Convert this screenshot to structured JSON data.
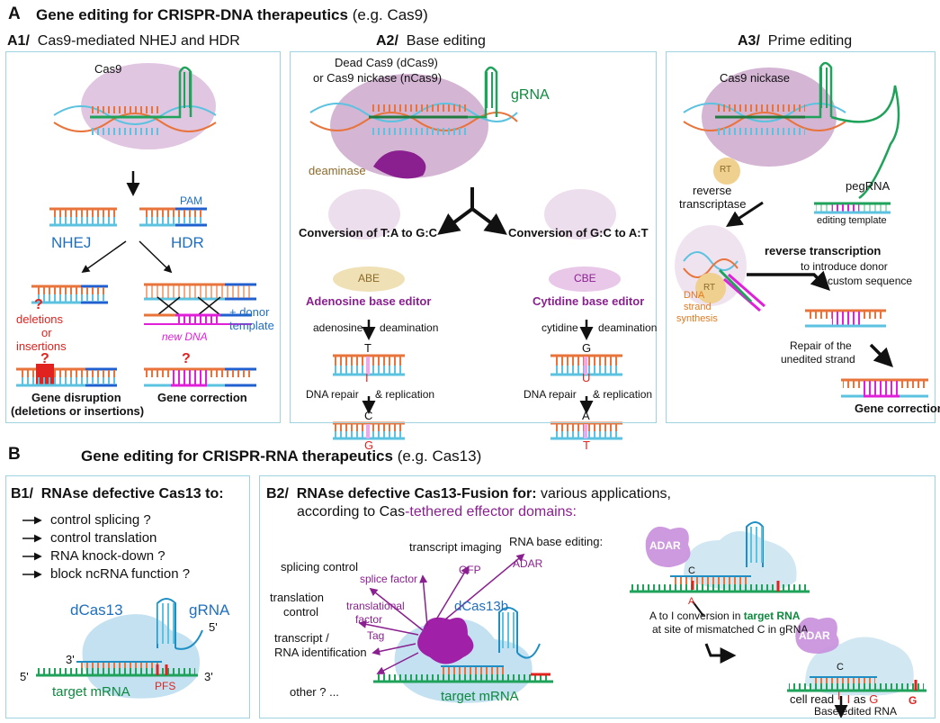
{
  "section_a": {
    "letter": "A",
    "title": "Gene editing for CRISPR-DNA therapeutics",
    "example": "(e.g. Cas9)"
  },
  "a1": {
    "id": "A1/",
    "title": "Cas9-mediated NHEJ and HDR",
    "cas9": "Cas9",
    "pam": "PAM",
    "nhej": "NHEJ",
    "hdr": "HDR",
    "qmark": "?",
    "deletions": "deletions",
    "or": "or",
    "insertions": "insertions",
    "donor": "+ donor",
    "template": "template",
    "new_dna": "new DNA",
    "gene_disruption": "Gene disruption",
    "gene_disruption_sub": "(deletions or insertions)",
    "gene_correction": "Gene correction"
  },
  "a2": {
    "id": "A2/",
    "title": "Base editing",
    "dead_cas9": "Dead Cas9 (dCas9)",
    "nickase": "or Cas9 nickase (nCas9)",
    "grna": "gRNA",
    "deaminase": "deaminase",
    "conv_left": "Conversion of T:A to G:C",
    "conv_right": "Conversion of G:C to A:T",
    "abe": "ABE",
    "cbe": "CBE",
    "abe_name": "Adenosine base editor",
    "cbe_name": "Cytidine base editor",
    "adenosine": "adenosine",
    "cytidine": "cytidine",
    "deamination": "deamination",
    "letter_T": "T",
    "letter_I": "I",
    "letter_C": "C",
    "letter_G": "G",
    "letter_G2": "G",
    "letter_U": "U",
    "letter_A": "A",
    "letter_T2": "T",
    "dna_repair": "DNA repair",
    "replication": "& replication"
  },
  "a3": {
    "id": "A3/",
    "title": "Prime editing",
    "nickase": "Cas9 nickase",
    "rt": "RT",
    "reverse": "reverse",
    "transcriptase": "transcriptase",
    "pegrna": "pegRNA",
    "editing_template": "editing template",
    "rev_transcription": "reverse transcription",
    "to_introduce": "to introduce donor",
    "custom_seq": "custom sequence",
    "dna": "DNA",
    "strand": "strand",
    "synthesis": "synthesis",
    "repair_of": "Repair of the",
    "unedited": "unedited strand",
    "gene_correction": "Gene correction"
  },
  "section_b": {
    "letter": "B",
    "title": "Gene editing for CRISPR-RNA therapeutics",
    "example": "(e.g. Cas13)"
  },
  "b1": {
    "id": "B1/",
    "title": "RNAse defective Cas13 to:",
    "items": [
      "control splicing ?",
      "control translation",
      "RNA knock-down ?",
      "block ncRNA function ?"
    ],
    "dcas13": "dCas13",
    "grna": "gRNA",
    "five_prime": "5'",
    "three_prime": "3'",
    "five_prime_b": "5'",
    "three_prime_b": "3'",
    "pfs": "PFS",
    "target": "target mRNA"
  },
  "b2": {
    "id": "B2/",
    "title_bold": "RNAse defective Cas13-Fusion for:",
    "title_rest": "various applications,",
    "line2_a": "according to Cas",
    "line2_b": "-tethered effector domains:",
    "transcript_imaging": "transcript imaging",
    "rna_base_editing": "RNA base editing:",
    "splicing_control": "splicing control",
    "translation": "translation",
    "control": "control",
    "transcript": "transcript /",
    "rna_id": "RNA identification",
    "other": "other ? ...",
    "splice_factor": "splice factor",
    "gfp": "GFP",
    "adar_label": "ADAR",
    "translational": "translational",
    "factor": "factor",
    "tag": "Tag",
    "dcas13b": "dCas13b",
    "target": "target mRNA",
    "adar1": "ADAR",
    "adar2": "ADAR",
    "c_top": "C",
    "a_top": "A",
    "c_bot": "C",
    "i_bot": "I",
    "a_to_i": "A to I conversion in",
    "target_rna": "target RNA",
    "at_site": "at site of mismatched C in gRNA",
    "cell_read": "cell read",
    "i_letter": "I",
    "as": "as",
    "g_letter": "G",
    "g_final": "G",
    "base_edited": "Base edited RNA"
  }
}
